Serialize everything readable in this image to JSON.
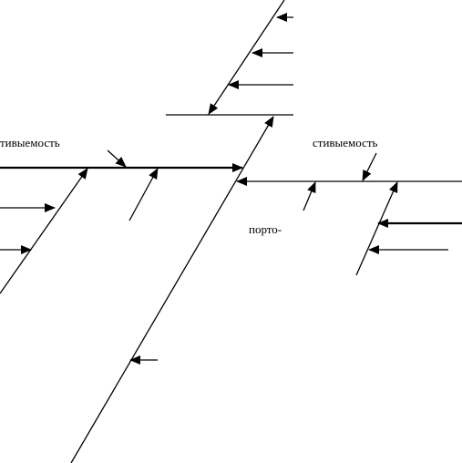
{
  "labels": {
    "left_top": "тивыемость",
    "right_top": "стивыемость",
    "middle": "порто-"
  },
  "colors": {
    "stroke": "#000000",
    "background": "#ffffff"
  }
}
